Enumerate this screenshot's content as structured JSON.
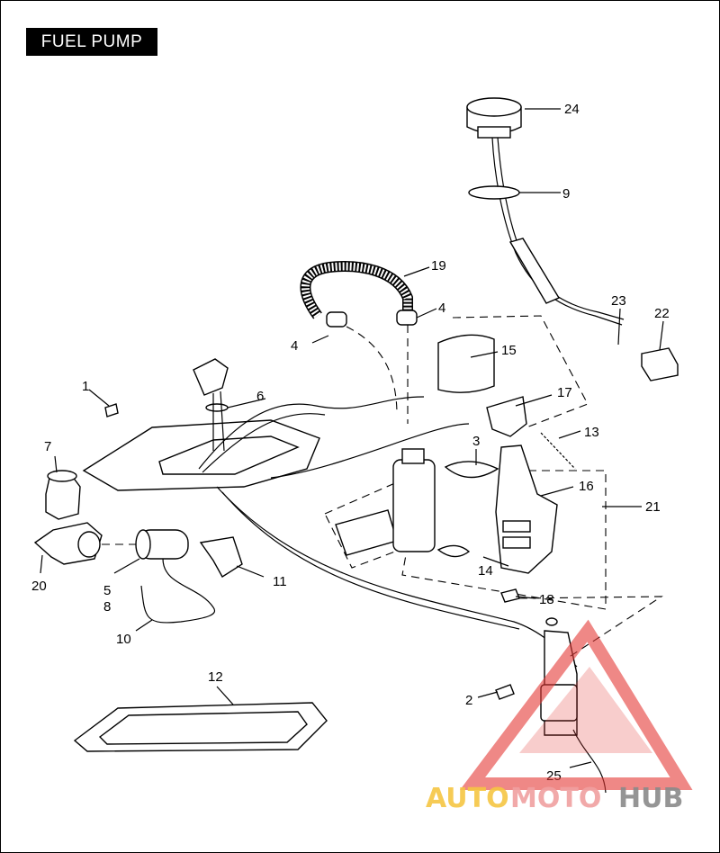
{
  "title": "FUEL PUMP",
  "callouts": [
    "1",
    "2",
    "3",
    "4",
    "4",
    "5",
    "6",
    "7",
    "8",
    "9",
    "10",
    "11",
    "12",
    "13",
    "14",
    "15",
    "16",
    "17",
    "18",
    "19",
    "20",
    "21",
    "22",
    "23",
    "24",
    "25"
  ],
  "watermark": {
    "part1": "AUTO",
    "part2": "MOTO",
    "part3": "HUB",
    "colors": {
      "auto": "#f5c542",
      "moto": "#f0a0a0",
      "hub": "#8a8a8a",
      "triangle": "#e53935"
    }
  }
}
